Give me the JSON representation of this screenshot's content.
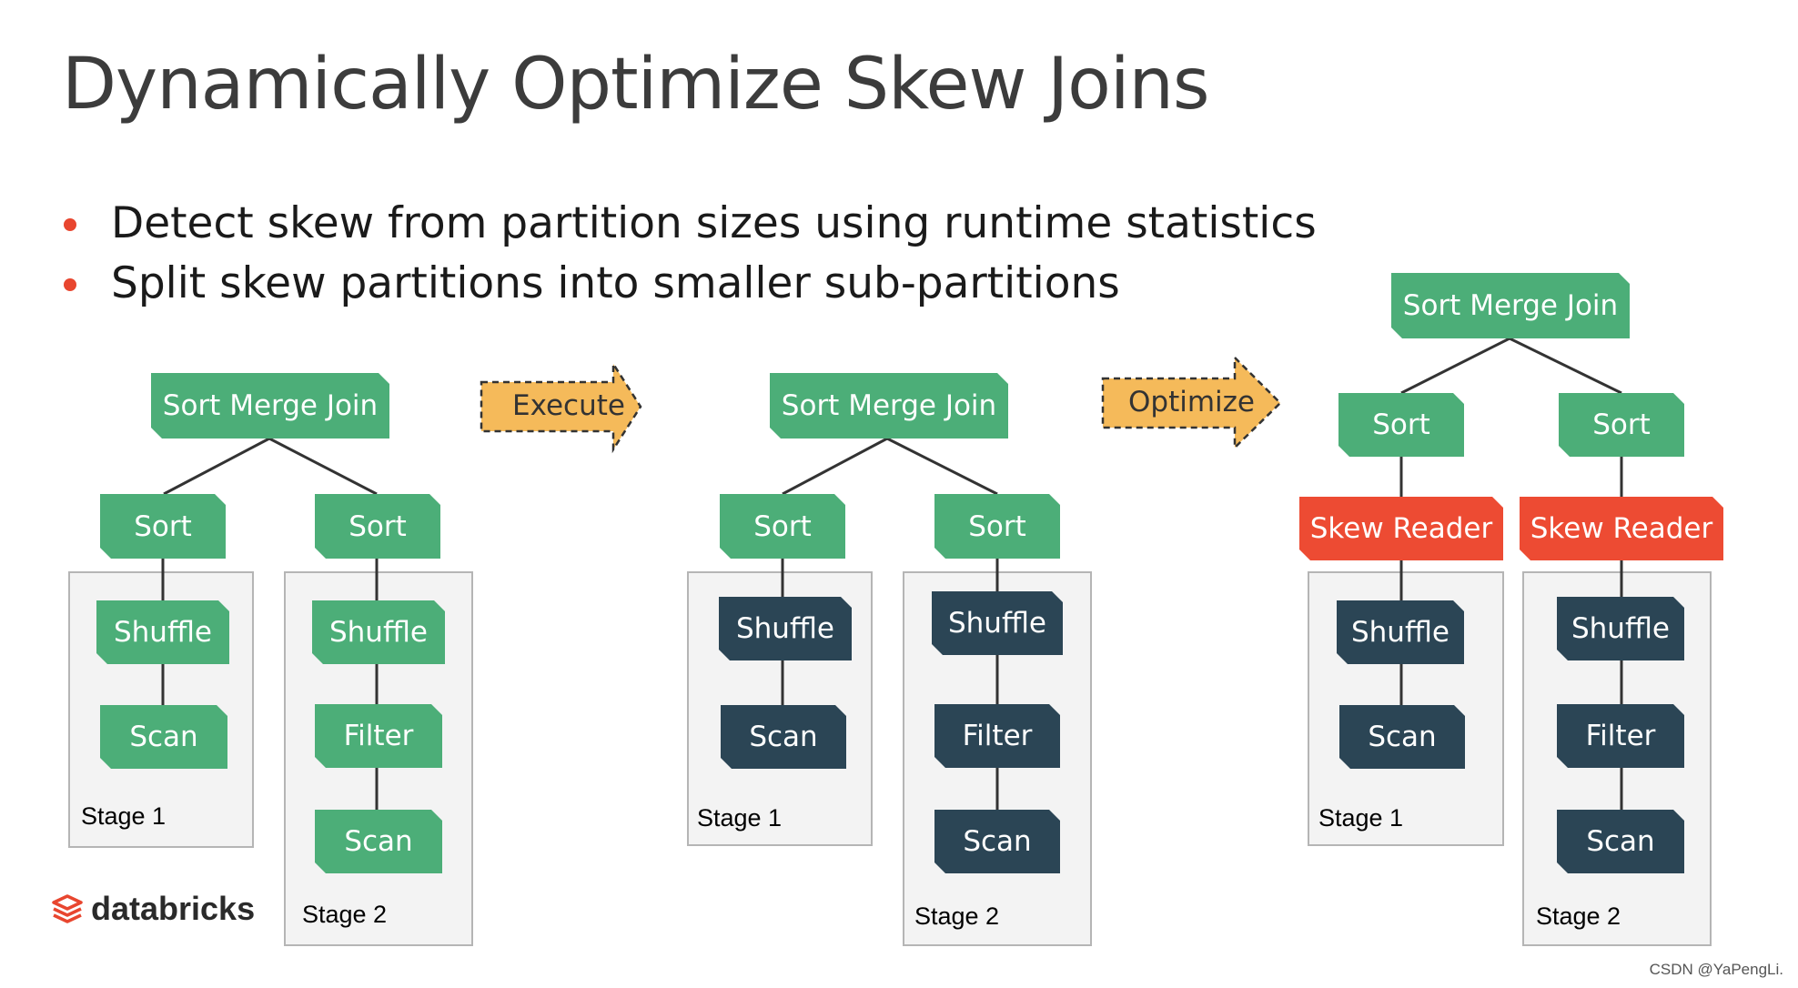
{
  "slide": {
    "title": "Dynamically Optimize Skew Joins",
    "bullets": [
      "Detect skew from partition sizes using runtime statistics",
      "Split skew partitions into smaller sub-partitions"
    ],
    "watermark": "CSDN @YaPengLi.",
    "logo_text": "databricks"
  },
  "arrows": {
    "execute": "Execute",
    "optimize": "Optimize"
  },
  "plan1": {
    "join": "Sort Merge Join",
    "left": {
      "sort": "Sort",
      "shuffle": "Shuffle",
      "scan": "Scan",
      "stage": "Stage 1"
    },
    "right": {
      "sort": "Sort",
      "shuffle": "Shuffle",
      "filter": "Filter",
      "scan": "Scan",
      "stage": "Stage 2"
    }
  },
  "plan2": {
    "join": "Sort Merge Join",
    "left": {
      "sort": "Sort",
      "shuffle": "Shuffle",
      "scan": "Scan",
      "stage": "Stage 1"
    },
    "right": {
      "sort": "Sort",
      "shuffle": "Shuffle",
      "filter": "Filter",
      "scan": "Scan",
      "stage": "Stage 2"
    }
  },
  "plan3": {
    "join": "Sort Merge Join",
    "left": {
      "sort": "Sort",
      "skew_reader": "Skew Reader",
      "shuffle": "Shuffle",
      "scan": "Scan",
      "stage": "Stage 1"
    },
    "right": {
      "sort": "Sort",
      "skew_reader": "Skew Reader",
      "shuffle": "Shuffle",
      "filter": "Filter",
      "scan": "Scan",
      "stage": "Stage 2"
    }
  },
  "colors": {
    "pending_node": "#4cae78",
    "executed_node": "#2b4555",
    "skew_reader": "#ed4b33",
    "arrow_fill": "#f5ba5a",
    "bullet": "#e8462f"
  }
}
